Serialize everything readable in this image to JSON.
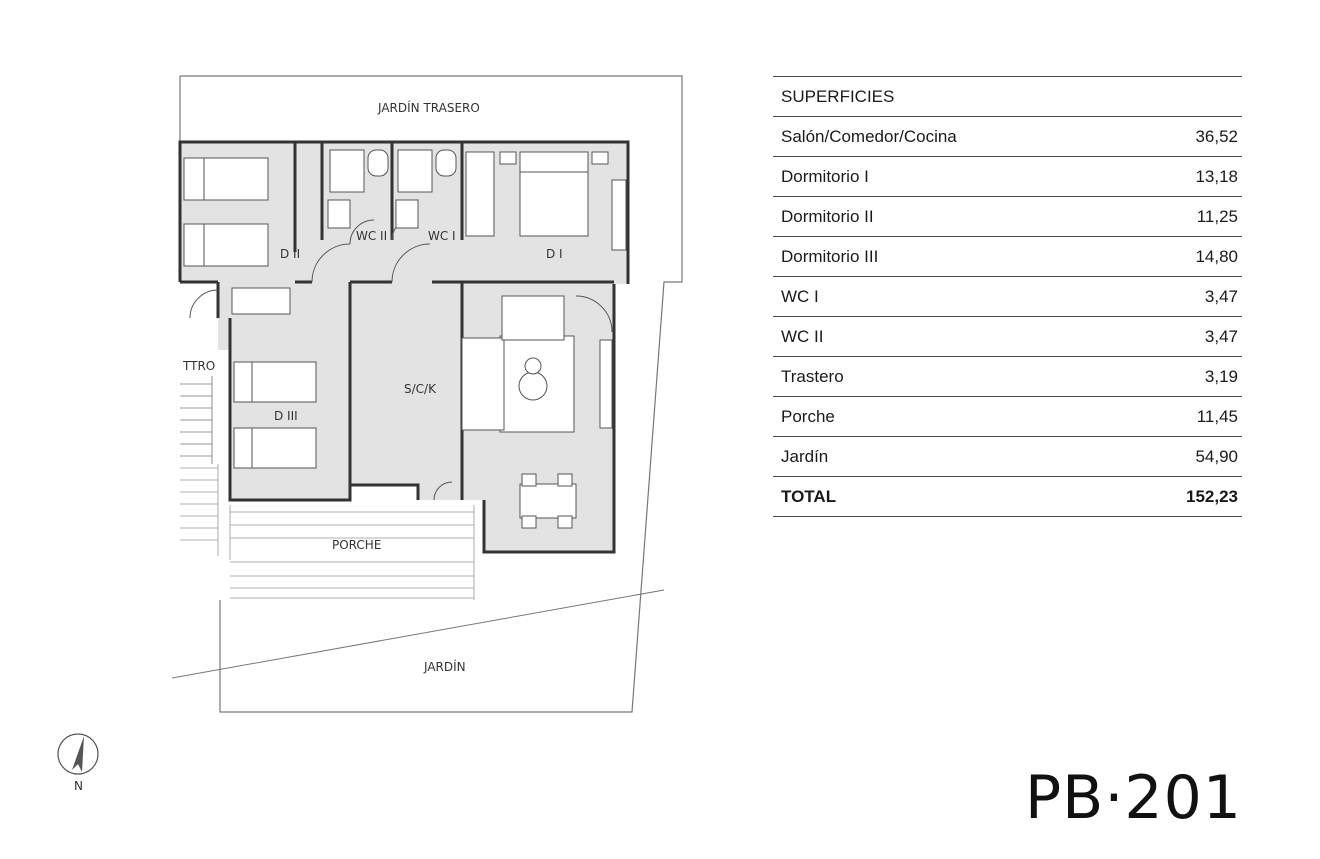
{
  "plan": {
    "rooms": {
      "jardin_trasero": "JARDÍN TRASERO",
      "d2": "D II",
      "d1": "D I",
      "wc2": "WC II",
      "wc1": "WC I",
      "ttro": "TTRO",
      "d3": "D III",
      "sck": "S/C/K",
      "porche": "PORCHE",
      "jardin": "JARDÍN"
    },
    "compass_label": "N"
  },
  "areas": {
    "header": "SUPERFICIES",
    "rows": [
      {
        "name": "Salón/Comedor/Cocina",
        "value": "36,52"
      },
      {
        "name": "Dormitorio I",
        "value": "13,18"
      },
      {
        "name": "Dormitorio II",
        "value": "11,25"
      },
      {
        "name": "Dormitorio III",
        "value": "14,80"
      },
      {
        "name": "WC I",
        "value": "3,47"
      },
      {
        "name": "WC II",
        "value": "3,47"
      },
      {
        "name": "Trastero",
        "value": "3,19"
      },
      {
        "name": "Porche",
        "value": "11,45"
      },
      {
        "name": "Jardín",
        "value": "54,90"
      }
    ],
    "total_label": "TOTAL",
    "total_value": "152,23"
  },
  "plan_code": "PB·201"
}
